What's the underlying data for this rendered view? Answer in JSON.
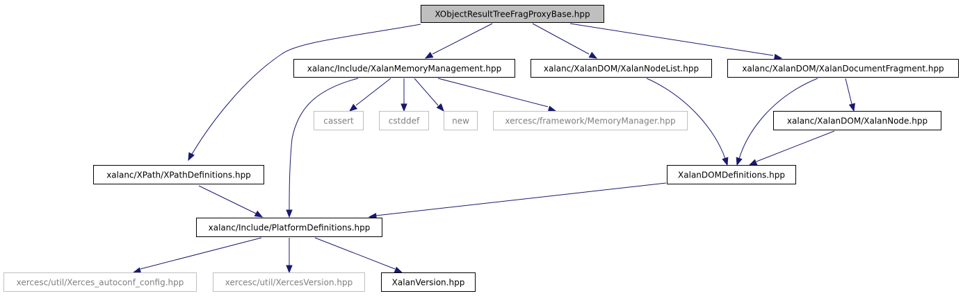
{
  "colors": {
    "edge": "#191970",
    "root_fill": "#bfbfbf",
    "node_fill": "#ffffff",
    "node_border": "#000000",
    "external_border": "#bfbfbf",
    "external_text": "#7f7f7f"
  },
  "nodes": [
    {
      "id": "root",
      "label": "XObjectResultTreeFragProxyBase.hpp",
      "kind": "root"
    },
    {
      "id": "memmgmt",
      "label": "xalanc/Include/XalanMemoryManagement.hpp",
      "kind": "internal"
    },
    {
      "id": "nodelist",
      "label": "xalanc/XalanDOM/XalanNodeList.hpp",
      "kind": "internal"
    },
    {
      "id": "docfrag",
      "label": "xalanc/XalanDOM/XalanDocumentFragment.hpp",
      "kind": "internal"
    },
    {
      "id": "cassert",
      "label": "cassert",
      "kind": "external"
    },
    {
      "id": "cstddef",
      "label": "cstddef",
      "kind": "external"
    },
    {
      "id": "new",
      "label": "new",
      "kind": "external"
    },
    {
      "id": "memmgr",
      "label": "xercesc/framework/MemoryManager.hpp",
      "kind": "external"
    },
    {
      "id": "xalannode",
      "label": "xalanc/XalanDOM/XalanNode.hpp",
      "kind": "internal"
    },
    {
      "id": "xpathdefs",
      "label": "xalanc/XPath/XPathDefinitions.hpp",
      "kind": "internal"
    },
    {
      "id": "domdefs",
      "label": "XalanDOMDefinitions.hpp",
      "kind": "internal"
    },
    {
      "id": "platdefs",
      "label": "xalanc/Include/PlatformDefinitions.hpp",
      "kind": "internal"
    },
    {
      "id": "autoconf",
      "label": "xercesc/util/Xerces_autoconf_config.hpp",
      "kind": "external"
    },
    {
      "id": "xercesver",
      "label": "xercesc/util/XercesVersion.hpp",
      "kind": "external"
    },
    {
      "id": "xalanver",
      "label": "XalanVersion.hpp",
      "kind": "internal"
    }
  ],
  "edges": [
    {
      "from": "root",
      "to": "xpathdefs"
    },
    {
      "from": "root",
      "to": "memmgmt"
    },
    {
      "from": "root",
      "to": "nodelist"
    },
    {
      "from": "root",
      "to": "docfrag"
    },
    {
      "from": "memmgmt",
      "to": "platdefs"
    },
    {
      "from": "memmgmt",
      "to": "cassert"
    },
    {
      "from": "memmgmt",
      "to": "cstddef"
    },
    {
      "from": "memmgmt",
      "to": "new"
    },
    {
      "from": "memmgmt",
      "to": "memmgr"
    },
    {
      "from": "nodelist",
      "to": "domdefs"
    },
    {
      "from": "docfrag",
      "to": "domdefs"
    },
    {
      "from": "docfrag",
      "to": "xalannode"
    },
    {
      "from": "xalannode",
      "to": "domdefs"
    },
    {
      "from": "xpathdefs",
      "to": "platdefs"
    },
    {
      "from": "domdefs",
      "to": "platdefs"
    },
    {
      "from": "platdefs",
      "to": "autoconf"
    },
    {
      "from": "platdefs",
      "to": "xercesver"
    },
    {
      "from": "platdefs",
      "to": "xalanver"
    }
  ]
}
